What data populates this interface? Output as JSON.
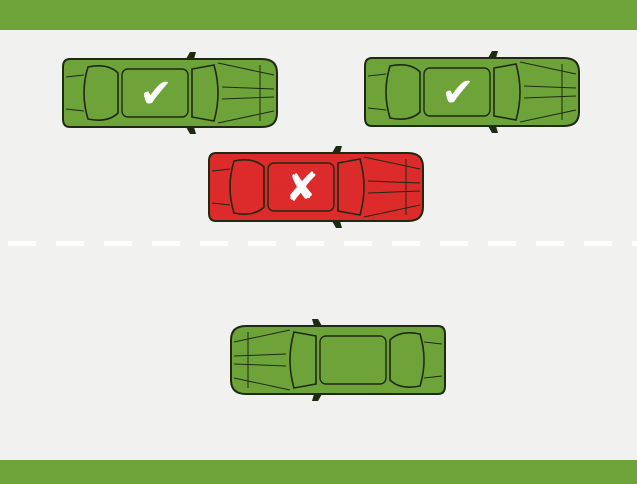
{
  "scene": {
    "road_color": "#f1f1f0",
    "verge_color": "#6ea33a",
    "lane_marking_color": "#ffffff"
  },
  "cars": [
    {
      "id": "parked-car-left",
      "status": "allowed",
      "symbol": "✔",
      "color": "#6ea33a",
      "facing": "right"
    },
    {
      "id": "parked-car-right",
      "status": "allowed",
      "symbol": "✔",
      "color": "#6ea33a",
      "facing": "right"
    },
    {
      "id": "double-parked-car",
      "status": "not-allowed",
      "symbol": "✘",
      "color": "#dd2a2a",
      "facing": "right"
    },
    {
      "id": "oncoming-car",
      "status": "neutral",
      "symbol": "",
      "color": "#6ea33a",
      "facing": "left"
    }
  ]
}
